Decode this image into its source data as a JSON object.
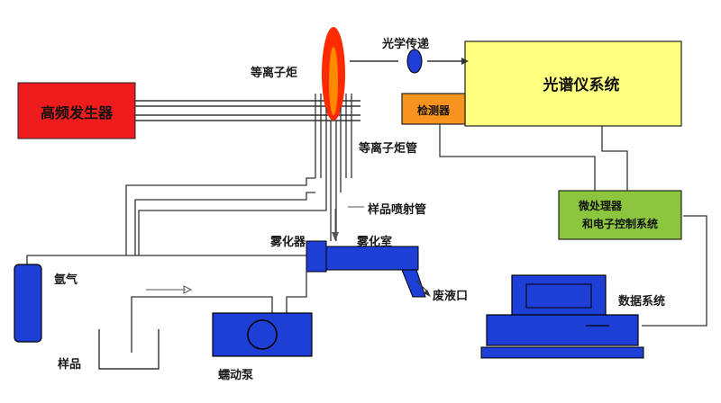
{
  "labels": {
    "rf_generator": "高频发生器",
    "spectrometer": "光谱仪系统",
    "optical_transfer": "光学传递",
    "plasma_torch": "等离子炬",
    "detector": "检测器",
    "torch_tube": "等离子炬管",
    "sample_injector": "样品喷射管",
    "nebulizer": "雾化器",
    "spray_chamber": "雾化室",
    "argon": "氩气",
    "waste": "废液口",
    "sample": "样品",
    "pump": "蠕动泵",
    "processor_line1": "微处理器",
    "processor_line2": "和电子控制系统",
    "data_system": "数据系统"
  },
  "colors": {
    "rf_box": "#ee1c1c",
    "spectrometer_box": "#ffff80",
    "detector_box": "#f7931e",
    "processor_box": "#8cc63f",
    "blue": "#1e3fd6",
    "flame": "#ff2a00"
  }
}
